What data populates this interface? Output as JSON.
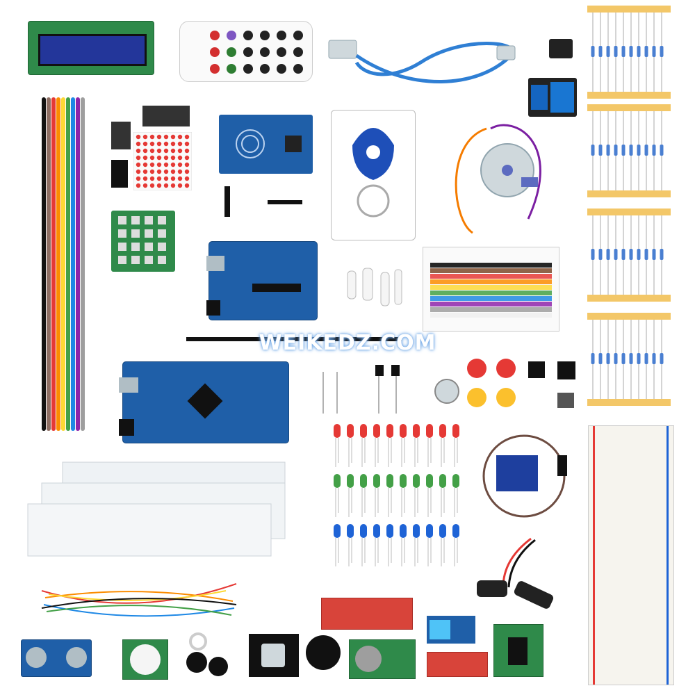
{
  "watermark": "WEIKEDZ.COM",
  "colors": {
    "pcb_blue": "#1f5fa8",
    "pcb_green": "#2f8a4a",
    "led_red": "#e53935",
    "led_green": "#43a047",
    "led_blue": "#1e63d6",
    "resistor_tape": "#f3c768",
    "usb_cable": "#2f7fd4"
  },
  "components": {
    "lcd_display": "lcd-1602-display",
    "ir_remote": "ir-remote-control",
    "usb_cable": "usb-cable",
    "ir_receiver": "ir-receiver-module",
    "relay": "relay-module",
    "dupont_wires": "dupont-jumper-wires",
    "seven_segment": "seven-segment-display",
    "four_digit_display": "four-digit-display",
    "led_matrix": "led-dot-matrix",
    "rfid": "rfid-rc522-module",
    "keyfob": "rfid-key-fob",
    "stepper": "stepper-motor",
    "keypad": "membrane-keypad-4x4",
    "uno": "uno-board",
    "servo_horns": "servo-horns",
    "resistor_guide": "resistor-color-guide-card",
    "mega": "mega-board",
    "pot": "potentiometer",
    "buttons": "tactile-buttons",
    "leds": "led-set",
    "servo": "micro-servo",
    "breadboard": "breadboard",
    "acrylic": "acrylic-plates",
    "jumper_bundle": "jumper-wire-bundle",
    "battery_clip": "battery-snap-clip",
    "water_sensor": "water-level-sensor",
    "ultrasonic": "ultrasonic-sensor",
    "pir": "pir-motion-sensor",
    "buzzer": "buzzer",
    "joystick": "joystick-module",
    "rtc": "rtc-clock-module",
    "dht": "temperature-humidity-sensor",
    "sound": "sound-sensor-module",
    "stepper_driver": "stepper-driver-board"
  }
}
